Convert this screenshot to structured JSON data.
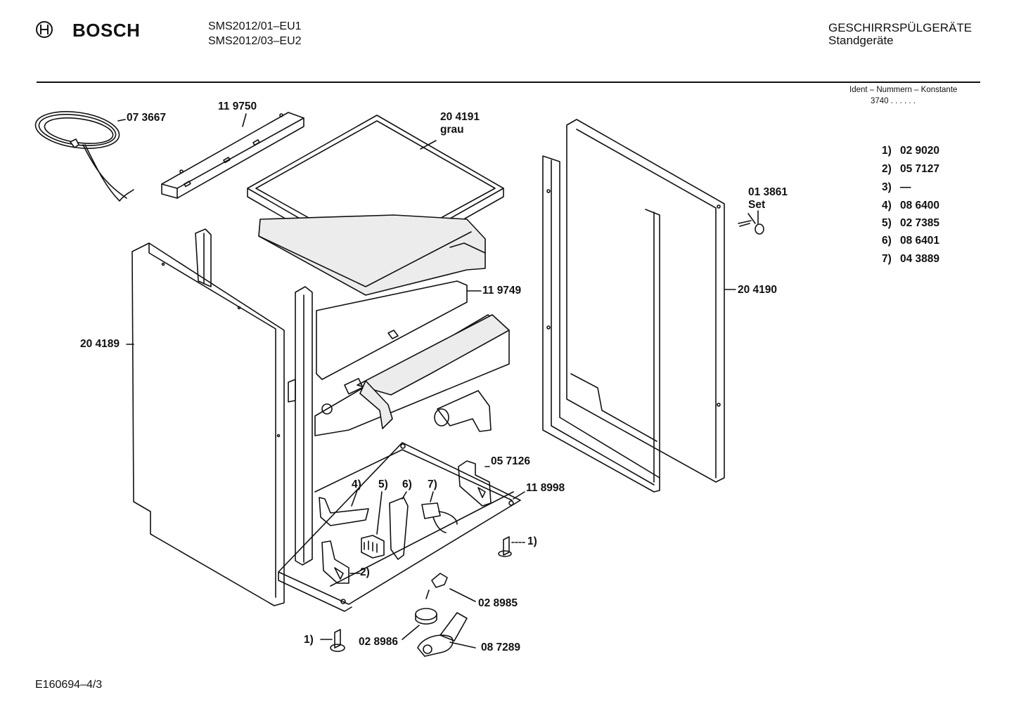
{
  "header": {
    "brand": "BOSCH",
    "models": [
      "SMS2012/01–EU1",
      "SMS2012/03–EU2"
    ],
    "category": "GESCHIRRSPÜLGERÄTE",
    "subcategory": "Standgeräte"
  },
  "ident": {
    "title": "Ident – Nummern – Konstante",
    "value": "3740  .  .  .  .  .  ."
  },
  "legend": [
    {
      "num": "1)",
      "code": "02 9020"
    },
    {
      "num": "2)",
      "code": "05 7127"
    },
    {
      "num": "3)",
      "code": "—"
    },
    {
      "num": "4)",
      "code": "08 6400"
    },
    {
      "num": "5)",
      "code": "02 7385"
    },
    {
      "num": "6)",
      "code": "08 6401"
    },
    {
      "num": "7)",
      "code": "04 3889"
    }
  ],
  "parts": {
    "cable": "07 3667",
    "rail": "11 9750",
    "top_cover": "20 4191",
    "top_cover_note": "grau",
    "set_code": "01 3861",
    "set_note": "Set",
    "rear_bracket": "11 9749",
    "right_frame": "20 4190",
    "left_panel": "20 4189",
    "bracket": "05 7126",
    "base": "11 8998",
    "ref1_right": "1)",
    "ref2": "2)",
    "ref4": "4)",
    "ref5": "5)",
    "ref6": "6)",
    "ref7": "7)",
    "lever": "02 8985",
    "weight": "02 8986",
    "float": "08 7289",
    "ref1_left": "1)"
  },
  "footer": {
    "doc_id": "E160694–4/3"
  },
  "colors": {
    "ink": "#111111",
    "foam": "#e8e8e8",
    "paper": "#ffffff"
  }
}
